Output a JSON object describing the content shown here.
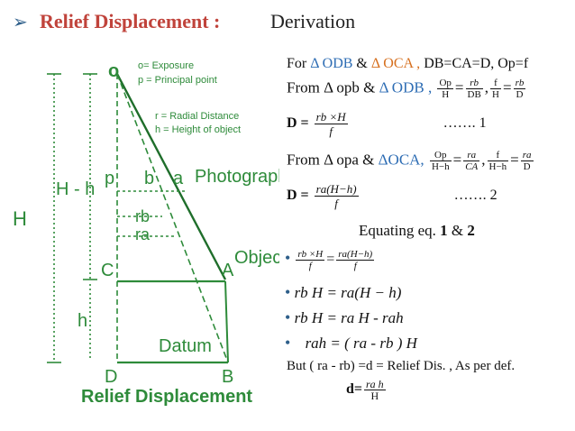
{
  "title": {
    "arrow": "➢",
    "main": "Relief Displacement :",
    "sub": "Derivation"
  },
  "diagram": {
    "o": "o",
    "legend1": "o= Exposure",
    "legend2": "p = Principal point",
    "legend3": "r = Radial Distance",
    "legend4": "h = Height of object",
    "hh": "H - h",
    "H": "H",
    "p": "p",
    "b": "b",
    "a": "a",
    "photograph": "Photograph",
    "rb": "rb",
    "ra": "ra",
    "object": "Object",
    "C": "C",
    "A": "A",
    "h": "h",
    "datum": "Datum",
    "D": "D",
    "B": "B",
    "caption": "Relief Displacement",
    "colors": {
      "green": "#2e8b3a",
      "line": "#2e8b3a",
      "bg": "#ffffff"
    }
  },
  "derivation": {
    "line1_prefix": "For",
    "line1_tri1": "Δ ODB",
    "line1_amp": "&",
    "line1_tri2": "Δ OCA ,",
    "line1_rest": "DB=CA=D, Op=f",
    "line2_prefix": "From Δ opb &",
    "line2_tri": "Δ ODB ,",
    "f2a_n": "Op",
    "f2a_d": "H",
    "f2b_n": "rb",
    "f2b_d": "DB",
    "f2c_n": "f",
    "f2c_d": "H",
    "f2d_n": "rb",
    "f2d_d": "D",
    "eq1_lhs": "D =",
    "eq1_n": "rb ×H",
    "eq1_d": "f",
    "eq1_num": "……. 1",
    "line4_prefix": "From Δ opa &",
    "line4_tri": "ΔOCA,",
    "f4a_n": "Op",
    "f4a_d": "H−h",
    "f4b_n": "ra",
    "f4b_d": "CA",
    "f4c_n": "f",
    "f4c_d": "H−h",
    "f4d_n": "ra",
    "f4d_d": "D",
    "eq2_lhs": "D =",
    "eq2_n": "ra(H−h)",
    "eq2_d": "f",
    "eq2_num": "……. 2",
    "equating": "Equating eq.",
    "eq_one": "1",
    "eq_amp": "&",
    "eq_two": "2",
    "b1_ln": "rb ×H",
    "b1_ld": "f",
    "b1_rn": "ra(H−h)",
    "b1_rd": "f",
    "b2": "rb H = ra(H − h)",
    "b3": "rb H =  ra H -  rah",
    "b4": "rah = ( ra -  rb ) H",
    "but": "But ( ra -  rb) =d = Relief Dis. , As per def.",
    "d_lhs": "d=",
    "d_n": "ra h",
    "d_d": "H",
    "bullet": "•"
  }
}
